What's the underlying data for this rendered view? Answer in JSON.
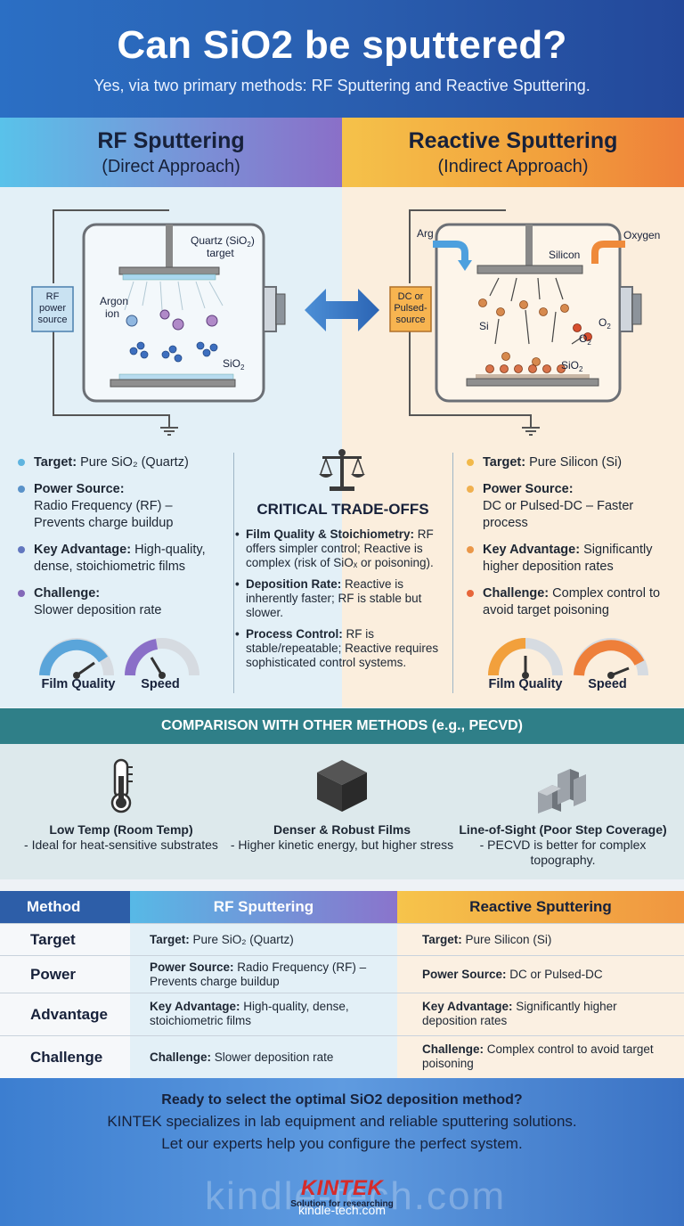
{
  "header": {
    "title": "Can SiO2 be sputtered?",
    "subtitle": "Yes, via two primary methods: RF Sputtering and Reactive Sputtering."
  },
  "rf": {
    "title": "RF Sputtering",
    "approach": "(Direct Approach)",
    "diagram": {
      "power_source": [
        "RF",
        "power",
        "source"
      ],
      "target_label": [
        "Quartz (SiO",
        "2",
        ")",
        "target"
      ],
      "argon_label": [
        "Argon",
        "ion"
      ],
      "film_label": "SiO"
    },
    "bullets": [
      {
        "label": "Target:",
        "text": "Pure SiO₂ (Quartz)",
        "color": "#5fb4df"
      },
      {
        "label": "Power Source:",
        "text": "Radio Frequency (RF) – Prevents charge buildup",
        "color": "#5a92c9"
      },
      {
        "label": "Key Advantage:",
        "text": "High-quality, dense, stoichiometric films",
        "color": "#6277bf"
      },
      {
        "label": "Challenge:",
        "text": "Slower deposition rate",
        "color": "#8368b8"
      }
    ],
    "gauges": {
      "quality": "Film Quality",
      "speed": "Speed"
    }
  },
  "reactive": {
    "title": "Reactive Sputtering",
    "approach": "(Indirect Approach)",
    "diagram": {
      "power_source": [
        "DC or",
        "Pulsed-",
        "source"
      ],
      "target_label": "Silicon",
      "gas_in_left": "Arg",
      "gas_in_right": "Oxygen",
      "si_label": "Si",
      "o2_label": "O",
      "film_label": "SiO"
    },
    "bullets": [
      {
        "label": "Target:",
        "text": "Pure Silicon (Si)",
        "color": "#f2b94a"
      },
      {
        "label": "Power Source:",
        "text": "DC or Pulsed-DC – Faster process",
        "color": "#f0b04f"
      },
      {
        "label": "Key Advantage:",
        "text": "Significantly higher deposition rates",
        "color": "#ea9748"
      },
      {
        "label": "Challenge:",
        "text": "Complex control to avoid target poisoning",
        "color": "#e7663a"
      }
    ],
    "gauges": {
      "quality": "Film Quality",
      "speed": "Speed"
    }
  },
  "tradeoffs": {
    "title": "CRITICAL TRADE-OFFS",
    "items": [
      {
        "label": "Film Quality & Stoichiometry:",
        "text": "RF offers simpler control; Reactive is complex (risk of SiOₓ or poisoning)."
      },
      {
        "label": "Deposition Rate:",
        "text": "Reactive is inherently faster; RF is stable but slower."
      },
      {
        "label": "Process Control:",
        "text": "RF is stable/repeatable; Reactive requires sophisticated control systems."
      }
    ]
  },
  "comparison": {
    "title": "COMPARISON WITH OTHER METHODS (e.g., PECVD)",
    "items": [
      {
        "title": "Low Temp (Room Temp)",
        "text": "- Ideal for heat-sensitive substrates"
      },
      {
        "title": "Denser & Robust Films",
        "text": "- Higher kinetic energy, but higher stress"
      },
      {
        "title": "Line-of-Sight (Poor Step Coverage)",
        "text": "- PECVD is better for complex topography."
      }
    ]
  },
  "table": {
    "headers": [
      "Method",
      "RF Sputtering",
      "Reactive Sputtering"
    ],
    "rows": [
      {
        "name": "Target",
        "rf_label": "Target:",
        "rf_text": "Pure SiO₂ (Quartz)",
        "re_label": "Target:",
        "re_text": "Pure Silicon (Si)"
      },
      {
        "name": "Power",
        "rf_label": "Power Source:",
        "rf_text": "Radio Frequency (RF) – Prevents charge buildup",
        "re_label": "Power Source:",
        "re_text": "DC or Pulsed-DC"
      },
      {
        "name": "Advantage",
        "rf_label": "Key Advantage:",
        "rf_text": "High-quality, dense, stoichiometric films",
        "re_label": "Key Advantage:",
        "re_text": "Significantly higher deposition rates"
      },
      {
        "name": "Challenge",
        "rf_label": "Challenge:",
        "rf_text": "Slower deposition rate",
        "re_label": "Challenge:",
        "re_text": "Complex control to avoid target poisoning"
      }
    ]
  },
  "footer": {
    "question": "Ready to select the optimal SiO2 deposition method?",
    "line1": "KINTEK specializes in lab equipment and reliable sputtering solutions.",
    "line2": "Let our experts help you configure the perfect system.",
    "brand": "KINTEK",
    "tagline": "Solution for researching",
    "website": "kindle-tech.com",
    "watermark": "kindle-tech.com"
  },
  "colors": {
    "header_blue": "#2a5fb0",
    "rf_blue": "#59c2ea",
    "rf_purple": "#8a6fc8",
    "reactive_yellow": "#f5c24a",
    "reactive_orange": "#ee7f3a",
    "teal": "#2f7f88",
    "brand_red": "#d52b2b"
  }
}
